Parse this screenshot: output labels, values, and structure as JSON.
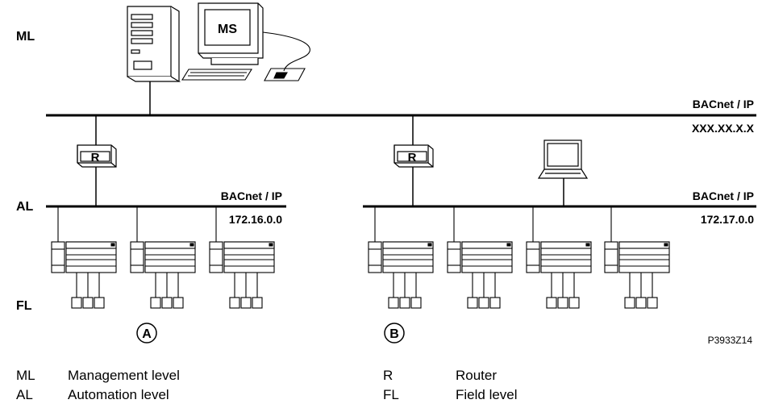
{
  "levels": {
    "ml": "ML",
    "al": "AL",
    "fl": "FL"
  },
  "monitor_label": "MS",
  "router_label": "R",
  "backbone": {
    "protocol": "BACnet / IP",
    "address": "XXX.XX.X.X"
  },
  "network_a": {
    "protocol": "BACnet / IP",
    "address": "172.16.0.0",
    "marker": "A"
  },
  "network_b": {
    "protocol": "BACnet / IP",
    "address": "172.17.0.0",
    "marker": "B"
  },
  "figure_code": "P3933Z14",
  "legend": [
    {
      "abbr": "ML",
      "text": "Management level"
    },
    {
      "abbr": "AL",
      "text": "Automation level"
    },
    {
      "abbr": "R",
      "text": "Router"
    },
    {
      "abbr": "FL",
      "text": "Field level"
    }
  ]
}
